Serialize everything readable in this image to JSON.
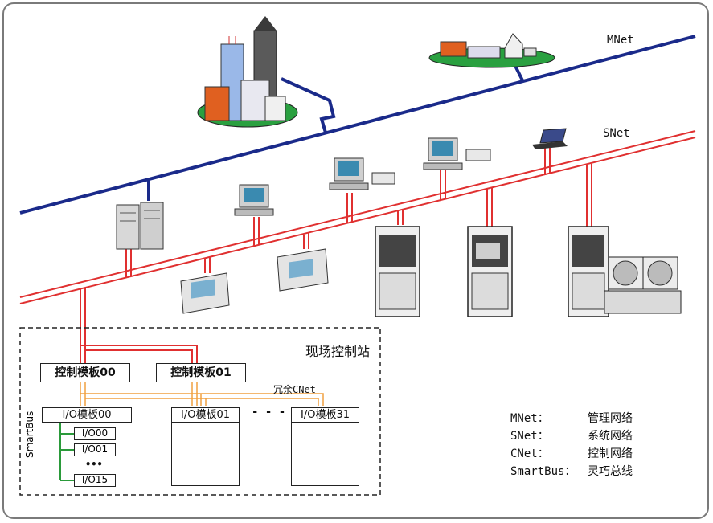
{
  "networks": {
    "mnet_label": "MNet",
    "snet_label": "SNet",
    "cnet_label": "冗余CNet"
  },
  "station": {
    "title": "现场控制站",
    "control_modules": [
      "控制模板00",
      "控制模板01"
    ],
    "io_modules": [
      "I/O模板00",
      "I/O模板01",
      "I/O模板31"
    ],
    "ellipsis": "- - -",
    "bus_label": "SmartBus",
    "io_points": [
      "I/O00",
      "I/O01",
      "I/O15"
    ],
    "io_points_ellipsis": "•••"
  },
  "legend": [
    {
      "key": "MNet：",
      "value": "管理网络"
    },
    {
      "key": "SNet：",
      "value": "系统网络"
    },
    {
      "key": "CNet：",
      "value": "控制网络"
    },
    {
      "key": "SmartBus：",
      "value": "灵巧总线"
    }
  ],
  "colors": {
    "mnet": "#1a2a8a",
    "snet": "#e03030",
    "cnet": "#f0a040",
    "smartbus": "#2a9a3a"
  },
  "icons": [
    "office-buildings-icon",
    "factory-campus-icon",
    "server-icon",
    "workstation-icon",
    "laptop-icon",
    "industrial-panel-icon",
    "cabinet-icon",
    "operator-console-icon"
  ]
}
